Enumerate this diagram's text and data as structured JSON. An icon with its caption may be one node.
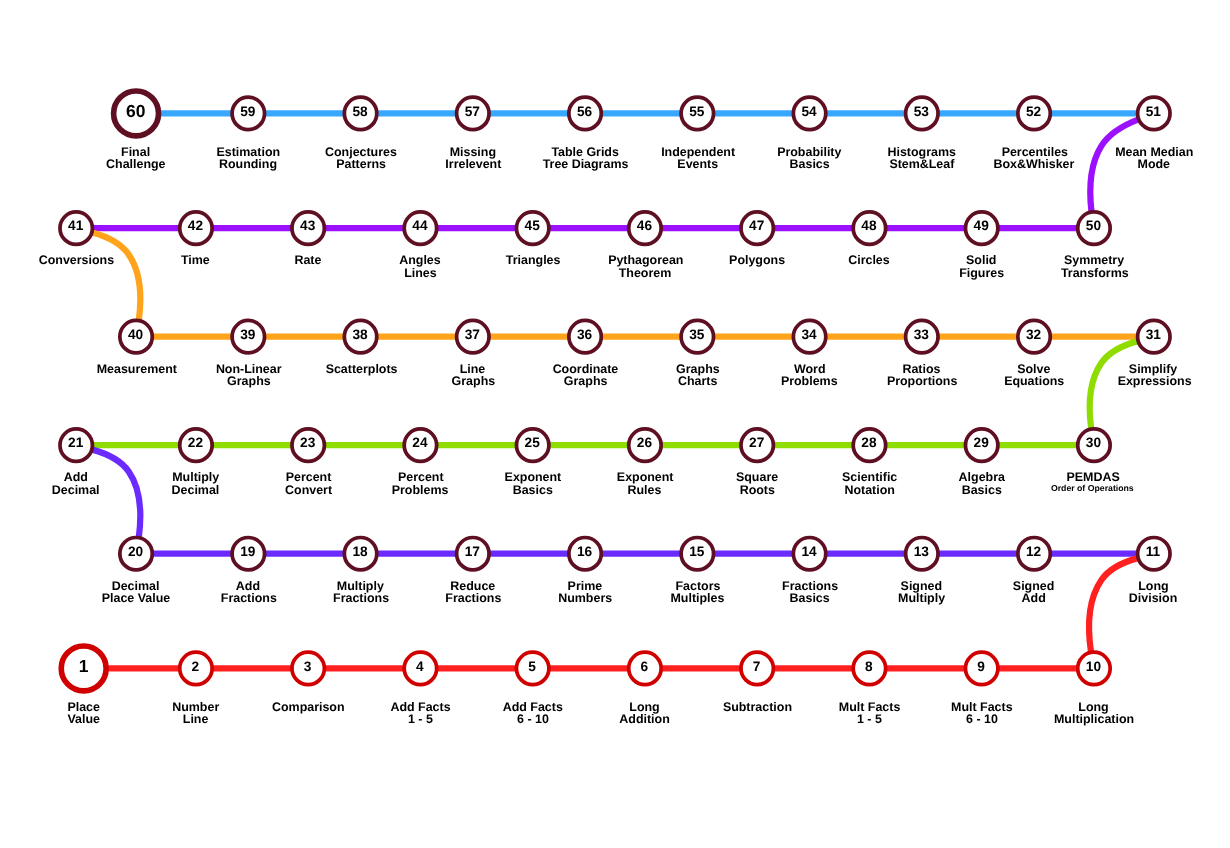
{
  "diagram": {
    "nodes": [
      {
        "text": [
          "60"
        ],
        "beside": [
          "Final Challenge"
        ]
      },
      {
        "text": [
          "59"
        ],
        "beside": [
          "Estimation Rounding"
        ]
      },
      {
        "text": [
          "58"
        ],
        "beside": [
          "Conjectures Patterns"
        ]
      },
      {
        "text": [
          "57"
        ],
        "beside": [
          "Missing Irrelevent"
        ]
      },
      {
        "text": [
          "56"
        ],
        "beside": [
          "Table Grids Tree Diagrams"
        ]
      },
      {
        "text": [
          "55"
        ],
        "beside": [
          "Independent Events"
        ]
      },
      {
        "text": [
          "54"
        ],
        "beside": [
          "Probability Basics"
        ]
      },
      {
        "text": [
          "53"
        ],
        "beside": [
          "Histograms Stem&Leaf"
        ]
      },
      {
        "text": [
          "52"
        ],
        "beside": [
          "Percentiles Box&Whisker"
        ]
      },
      {
        "text": [
          "51"
        ],
        "beside": [
          "Mean Median Mode"
        ]
      },
      {
        "text": [
          "41"
        ],
        "beside": [
          "Conversions"
        ]
      },
      {
        "text": [
          "42"
        ],
        "beside": [
          "Time"
        ]
      },
      {
        "text": [
          "43"
        ],
        "beside": [
          "Rate"
        ]
      },
      {
        "text": [
          "44"
        ],
        "beside": [
          "Angles Lines"
        ]
      },
      {
        "text": [
          "45"
        ],
        "beside": [
          "Triangles"
        ]
      },
      {
        "text": [
          "46"
        ],
        "beside": [
          "Pythagorean Theorem"
        ]
      },
      {
        "text": [
          "47"
        ],
        "beside": [
          "Polygons"
        ]
      },
      {
        "text": [
          "48"
        ],
        "beside": [
          "Circles"
        ]
      },
      {
        "text": [
          "49"
        ],
        "beside": [
          "Solid Figures"
        ]
      },
      {
        "text": [
          "50"
        ],
        "beside": [
          "Symmetry Transforms"
        ]
      },
      {
        "text": [
          "40"
        ],
        "beside": [
          "Measurement"
        ]
      },
      {
        "text": [
          "39"
        ],
        "beside": [
          "Non-Linear Graphs"
        ]
      },
      {
        "text": [
          "38"
        ],
        "beside": [
          "Scatterplots"
        ]
      },
      {
        "text": [
          "37"
        ],
        "beside": [
          "Line Graphs"
        ]
      },
      {
        "text": [
          "36"
        ],
        "beside": [
          "Coordinate Graphs"
        ]
      },
      {
        "text": [
          "35"
        ],
        "beside": [
          "Graphs Charts"
        ]
      },
      {
        "text": [
          "34"
        ],
        "beside": [
          "Word Problems"
        ]
      },
      {
        "text": [
          "33"
        ],
        "beside": [
          "Ratios Proportions"
        ]
      },
      {
        "text": [
          "32"
        ],
        "beside": [
          "Solve Equations"
        ]
      },
      {
        "text": [
          "31"
        ],
        "beside": [
          "Simplify Expressions"
        ]
      },
      {
        "text": [
          "21"
        ],
        "beside": [
          "Add Decimal"
        ]
      },
      {
        "text": [
          "22"
        ],
        "beside": [
          "Multiply Decimal"
        ]
      },
      {
        "text": [
          "23"
        ],
        "beside": [
          "Percent Convert"
        ]
      },
      {
        "text": [
          "24"
        ],
        "beside": [
          "Percent Problems"
        ]
      },
      {
        "text": [
          "25"
        ],
        "beside": [
          "Exponent Basics"
        ]
      },
      {
        "text": [
          "26"
        ],
        "beside": [
          "Exponent Rules"
        ]
      },
      {
        "text": [
          "27"
        ],
        "beside": [
          "Square Roots"
        ]
      },
      {
        "text": [
          "28"
        ],
        "beside": [
          "Scientific Notation"
        ]
      },
      {
        "text": [
          "29"
        ],
        "beside": [
          "Algebra Basics"
        ]
      },
      {
        "text": [
          "30"
        ],
        "beside": [
          "PEMDAS",
          "Order of Operations"
        ]
      },
      {
        "text": [
          "20"
        ],
        "beside": [
          "Decimal Place Value"
        ]
      },
      {
        "text": [
          "19"
        ],
        "beside": [
          "Add Fractions"
        ]
      },
      {
        "text": [
          "18"
        ],
        "beside": [
          "Multiply Fractions"
        ]
      },
      {
        "text": [
          "17"
        ],
        "beside": [
          "Reduce Fractions"
        ]
      },
      {
        "text": [
          "16"
        ],
        "beside": [
          "Prime Numbers"
        ]
      },
      {
        "text": [
          "15"
        ],
        "beside": [
          "Factors Multiples"
        ]
      },
      {
        "text": [
          "14"
        ],
        "beside": [
          "Fractions Basics"
        ]
      },
      {
        "text": [
          "13"
        ],
        "beside": [
          "Signed Multiply"
        ]
      },
      {
        "text": [
          "12"
        ],
        "beside": [
          "Signed Add"
        ]
      },
      {
        "text": [
          "11"
        ],
        "beside": [
          "Long Division"
        ]
      },
      {
        "text": [
          "1"
        ],
        "beside": [
          "Place Value"
        ]
      },
      {
        "text": [
          "2"
        ],
        "beside": [
          "Number Line"
        ]
      },
      {
        "text": [
          "3"
        ],
        "beside": [
          "Comparison"
        ]
      },
      {
        "text": [
          "4"
        ],
        "beside": [
          "Add Facts 1 - 5"
        ]
      },
      {
        "text": [
          "5"
        ],
        "beside": [
          "Add Facts 6 - 10"
        ]
      },
      {
        "text": [
          "6"
        ],
        "beside": [
          "Long Addition"
        ]
      },
      {
        "text": [
          "7"
        ],
        "beside": [
          "Subtraction"
        ]
      },
      {
        "text": [
          "8"
        ],
        "beside": [
          "Mult Facts 1 - 5"
        ]
      },
      {
        "text": [
          "9"
        ],
        "beside": [
          "Mult Facts 6 - 10"
        ]
      },
      {
        "text": [
          "10"
        ],
        "beside": [
          "Long Multiplication"
        ]
      }
    ],
    "edges": [
      {
        "from": 0,
        "to": 1,
        "arrow": "none",
        "color": "#38a8ff"
      },
      {
        "from": 1,
        "to": 2,
        "arrow": "none",
        "color": "#38a8ff"
      },
      {
        "from": 2,
        "to": 3,
        "arrow": "none",
        "color": "#38a8ff"
      },
      {
        "from": 3,
        "to": 4,
        "arrow": "none",
        "color": "#38a8ff"
      },
      {
        "from": 4,
        "to": 5,
        "arrow": "none",
        "color": "#38a8ff"
      },
      {
        "from": 5,
        "to": 6,
        "arrow": "none",
        "color": "#38a8ff"
      },
      {
        "from": 6,
        "to": 7,
        "arrow": "none",
        "color": "#38a8ff"
      },
      {
        "from": 7,
        "to": 8,
        "arrow": "none",
        "color": "#38a8ff"
      },
      {
        "from": 8,
        "to": 9,
        "arrow": "none",
        "color": "#38a8ff"
      },
      {
        "from": 9,
        "to": 19,
        "arrow": "none",
        "color": "#9b10ff"
      },
      {
        "from": 10,
        "to": 11,
        "arrow": "none",
        "color": "#9b10ff"
      },
      {
        "from": 11,
        "to": 12,
        "arrow": "none",
        "color": "#9b10ff"
      },
      {
        "from": 12,
        "to": 13,
        "arrow": "none",
        "color": "#9b10ff"
      },
      {
        "from": 13,
        "to": 14,
        "arrow": "none",
        "color": "#9b10ff"
      },
      {
        "from": 14,
        "to": 15,
        "arrow": "none",
        "color": "#9b10ff"
      },
      {
        "from": 15,
        "to": 16,
        "arrow": "none",
        "color": "#9b10ff"
      },
      {
        "from": 16,
        "to": 17,
        "arrow": "none",
        "color": "#9b10ff"
      },
      {
        "from": 17,
        "to": 18,
        "arrow": "none",
        "color": "#9b10ff"
      },
      {
        "from": 18,
        "to": 19,
        "arrow": "none",
        "color": "#9b10ff"
      },
      {
        "from": 10,
        "to": 20,
        "arrow": "none",
        "color": "#ffa31a"
      },
      {
        "from": 20,
        "to": 21,
        "arrow": "none",
        "color": "#ffa31a"
      },
      {
        "from": 21,
        "to": 22,
        "arrow": "none",
        "color": "#ffa31a"
      },
      {
        "from": 22,
        "to": 23,
        "arrow": "none",
        "color": "#ffa31a"
      },
      {
        "from": 23,
        "to": 24,
        "arrow": "none",
        "color": "#ffa31a"
      },
      {
        "from": 24,
        "to": 25,
        "arrow": "none",
        "color": "#ffa31a"
      },
      {
        "from": 25,
        "to": 26,
        "arrow": "none",
        "color": "#ffa31a"
      },
      {
        "from": 26,
        "to": 27,
        "arrow": "none",
        "color": "#ffa31a"
      },
      {
        "from": 27,
        "to": 28,
        "arrow": "none",
        "color": "#ffa31a"
      },
      {
        "from": 28,
        "to": 29,
        "arrow": "none",
        "color": "#ffa31a"
      },
      {
        "from": 29,
        "to": 39,
        "arrow": "none",
        "color": "#8fdc00"
      },
      {
        "from": 30,
        "to": 31,
        "arrow": "none",
        "color": "#8fdc00"
      },
      {
        "from": 31,
        "to": 32,
        "arrow": "none",
        "color": "#8fdc00"
      },
      {
        "from": 32,
        "to": 33,
        "arrow": "none",
        "color": "#8fdc00"
      },
      {
        "from": 33,
        "to": 34,
        "arrow": "none",
        "color": "#8fdc00"
      },
      {
        "from": 34,
        "to": 35,
        "arrow": "none",
        "color": "#8fdc00"
      },
      {
        "from": 35,
        "to": 36,
        "arrow": "none",
        "color": "#8fdc00"
      },
      {
        "from": 36,
        "to": 37,
        "arrow": "none",
        "color": "#8fdc00"
      },
      {
        "from": 37,
        "to": 38,
        "arrow": "none",
        "color": "#8fdc00"
      },
      {
        "from": 38,
        "to": 39,
        "arrow": "none",
        "color": "#8fdc00"
      },
      {
        "from": 30,
        "to": 40,
        "arrow": "none",
        "color": "#6b2bff"
      },
      {
        "from": 40,
        "to": 41,
        "arrow": "none",
        "color": "#6b2bff"
      },
      {
        "from": 41,
        "to": 42,
        "arrow": "none",
        "color": "#6b2bff"
      },
      {
        "from": 42,
        "to": 43,
        "arrow": "none",
        "color": "#6b2bff"
      },
      {
        "from": 43,
        "to": 44,
        "arrow": "none",
        "color": "#6b2bff"
      },
      {
        "from": 44,
        "to": 45,
        "arrow": "none",
        "color": "#6b2bff"
      },
      {
        "from": 45,
        "to": 46,
        "arrow": "none",
        "color": "#6b2bff"
      },
      {
        "from": 46,
        "to": 47,
        "arrow": "none",
        "color": "#6b2bff"
      },
      {
        "from": 47,
        "to": 48,
        "arrow": "none",
        "color": "#6b2bff"
      },
      {
        "from": 48,
        "to": 49,
        "arrow": "none",
        "color": "#6b2bff"
      },
      {
        "from": 49,
        "to": 59,
        "arrow": "none",
        "color": "#ff2020"
      },
      {
        "from": 50,
        "to": 51,
        "arrow": "none",
        "color": "#ff2020"
      },
      {
        "from": 51,
        "to": 52,
        "arrow": "none",
        "color": "#ff2020"
      },
      {
        "from": 52,
        "to": 53,
        "arrow": "none",
        "color": "#ff2020"
      },
      {
        "from": 53,
        "to": 54,
        "arrow": "none",
        "color": "#ff2020"
      },
      {
        "from": 54,
        "to": 55,
        "arrow": "none",
        "color": "#ff2020"
      },
      {
        "from": 55,
        "to": 56,
        "arrow": "none",
        "color": "#ff2020"
      },
      {
        "from": 56,
        "to": 57,
        "arrow": "none",
        "color": "#ff2020"
      },
      {
        "from": 57,
        "to": 58,
        "arrow": "none",
        "color": "#ff2020"
      },
      {
        "from": 58,
        "to": 59,
        "arrow": "none",
        "color": "#ff2020"
      }
    ]
  }
}
